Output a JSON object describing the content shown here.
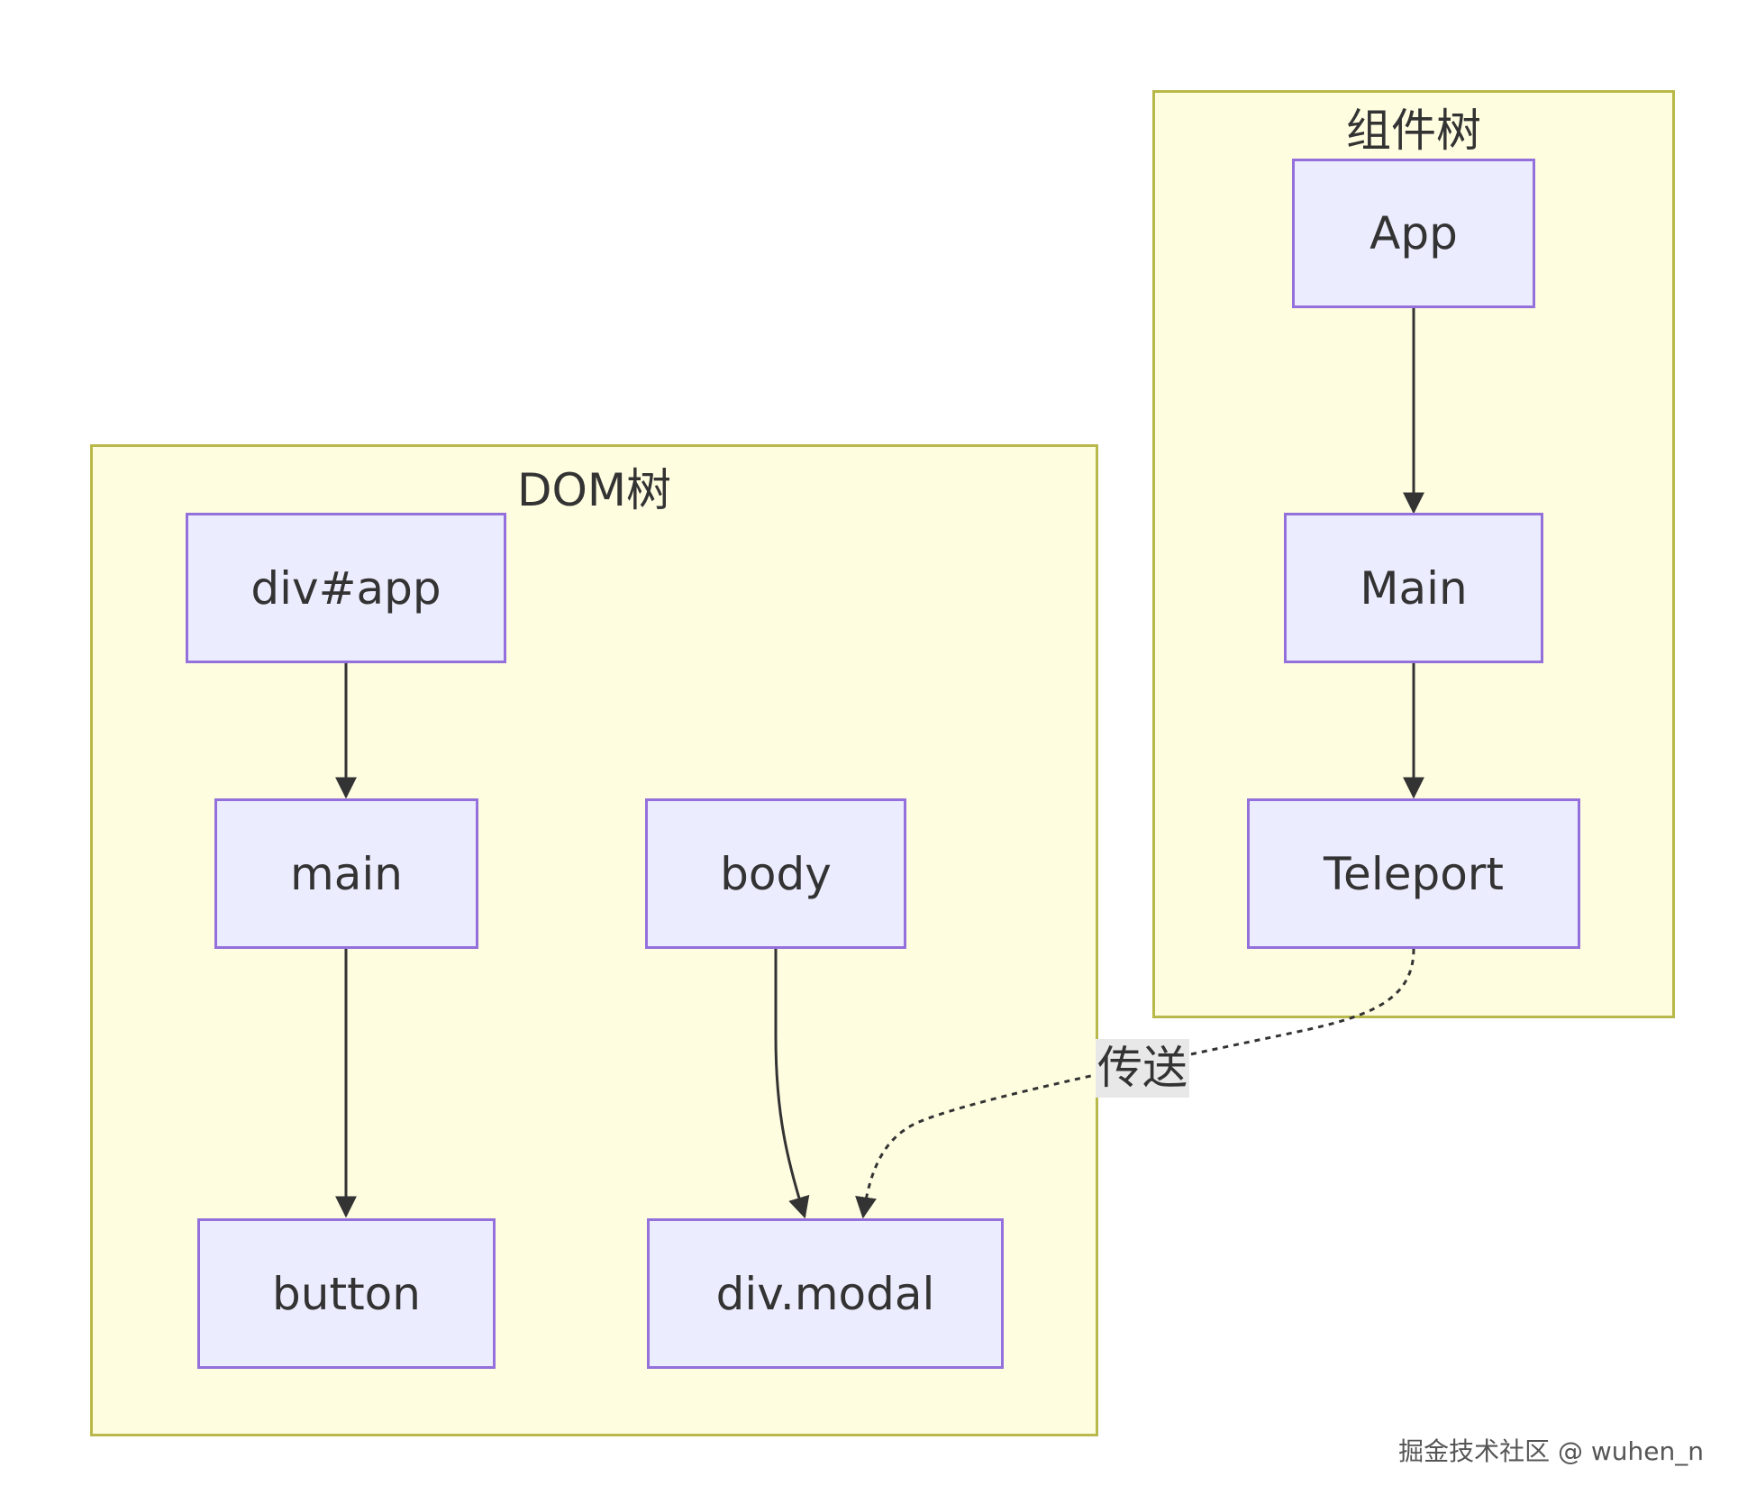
{
  "clusters": {
    "dom": {
      "title": "DOM树"
    },
    "component": {
      "title": "组件树"
    }
  },
  "nodes": {
    "div_app": "div#app",
    "main": "main",
    "body": "body",
    "button": "button",
    "div_modal": "div.modal",
    "app": "App",
    "main_comp": "Main",
    "teleport": "Teleport"
  },
  "edges": {
    "teleport_label": "传送"
  },
  "watermark": "掘金技术社区 @ wuhen_n",
  "colors": {
    "cluster_fill": "#fffde0",
    "cluster_stroke": "#b8b94a",
    "node_fill": "#ececff",
    "node_stroke": "#9370db",
    "edge": "#333333"
  }
}
